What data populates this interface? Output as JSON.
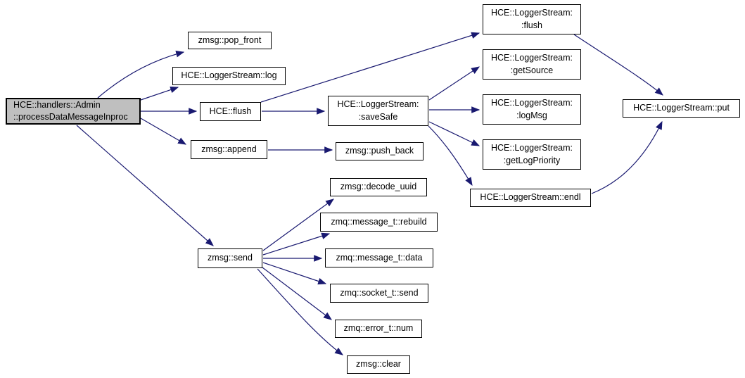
{
  "diagram": {
    "type": "call-graph",
    "colors": {
      "edge": "#191970",
      "node_border": "#000000",
      "selected_node_fill": "#bfbfbf",
      "background": "#ffffff"
    },
    "nodes": {
      "main": {
        "label": "HCE::handlers::Admin\n::processDataMessageInproc",
        "selected": true
      },
      "pop_front": {
        "label": "zmsg::pop_front"
      },
      "logger_log": {
        "label": "HCE::LoggerStream::log"
      },
      "hce_flush": {
        "label": "HCE::flush"
      },
      "append": {
        "label": "zmsg::append"
      },
      "send": {
        "label": "zmsg::send"
      },
      "save_safe": {
        "label": "HCE::LoggerStream:\n:saveSafe"
      },
      "logger_flush": {
        "label": "HCE::LoggerStream:\n:flush"
      },
      "get_source": {
        "label": "HCE::LoggerStream:\n:getSource"
      },
      "log_msg": {
        "label": "HCE::LoggerStream:\n:logMsg"
      },
      "get_log_priority": {
        "label": "HCE::LoggerStream:\n:getLogPriority"
      },
      "endl": {
        "label": "HCE::LoggerStream::endl"
      },
      "put": {
        "label": "HCE::LoggerStream::put"
      },
      "push_back": {
        "label": "zmsg::push_back"
      },
      "decode_uuid": {
        "label": "zmsg::decode_uuid"
      },
      "rebuild": {
        "label": "zmq::message_t::rebuild"
      },
      "data": {
        "label": "zmq::message_t::data"
      },
      "socket_send": {
        "label": "zmq::socket_t::send"
      },
      "error_num": {
        "label": "zmq::error_t::num"
      },
      "clear": {
        "label": "zmsg::clear"
      }
    },
    "edges": [
      {
        "from": "main",
        "to": "pop_front"
      },
      {
        "from": "main",
        "to": "logger_log"
      },
      {
        "from": "main",
        "to": "hce_flush"
      },
      {
        "from": "main",
        "to": "append"
      },
      {
        "from": "main",
        "to": "send"
      },
      {
        "from": "hce_flush",
        "to": "logger_flush"
      },
      {
        "from": "hce_flush",
        "to": "save_safe"
      },
      {
        "from": "save_safe",
        "to": "get_source"
      },
      {
        "from": "save_safe",
        "to": "log_msg"
      },
      {
        "from": "save_safe",
        "to": "get_log_priority"
      },
      {
        "from": "save_safe",
        "to": "endl"
      },
      {
        "from": "logger_flush",
        "to": "put"
      },
      {
        "from": "endl",
        "to": "put"
      },
      {
        "from": "append",
        "to": "push_back"
      },
      {
        "from": "send",
        "to": "decode_uuid"
      },
      {
        "from": "send",
        "to": "rebuild"
      },
      {
        "from": "send",
        "to": "data"
      },
      {
        "from": "send",
        "to": "socket_send"
      },
      {
        "from": "send",
        "to": "error_num"
      },
      {
        "from": "send",
        "to": "clear"
      }
    ]
  }
}
